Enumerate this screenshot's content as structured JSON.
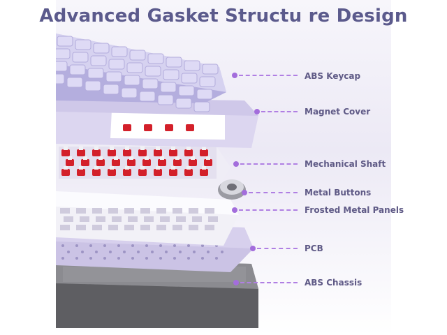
{
  "title": "Advanced Gasket Structu re Design",
  "layers": [
    {
      "label": "ABS Keycap"
    },
    {
      "label": "Magnet Cover"
    },
    {
      "label": "Mechanical Shaft"
    },
    {
      "label": "Metal Buttons"
    },
    {
      "label": "Frosted Metal Panels"
    },
    {
      "label": "PCB"
    },
    {
      "label": "ABS Chassis"
    }
  ],
  "colors": {
    "title": "#5b5a8c",
    "label": "#5f5a86",
    "callout": "#a36ddc",
    "keycap": "#c9c4ea",
    "cover": "#d9d3ef",
    "switch": "#d3202a",
    "plate": "#f4f3f8",
    "pcb": "#cfc7e6",
    "chassis": "#6e6e72"
  }
}
